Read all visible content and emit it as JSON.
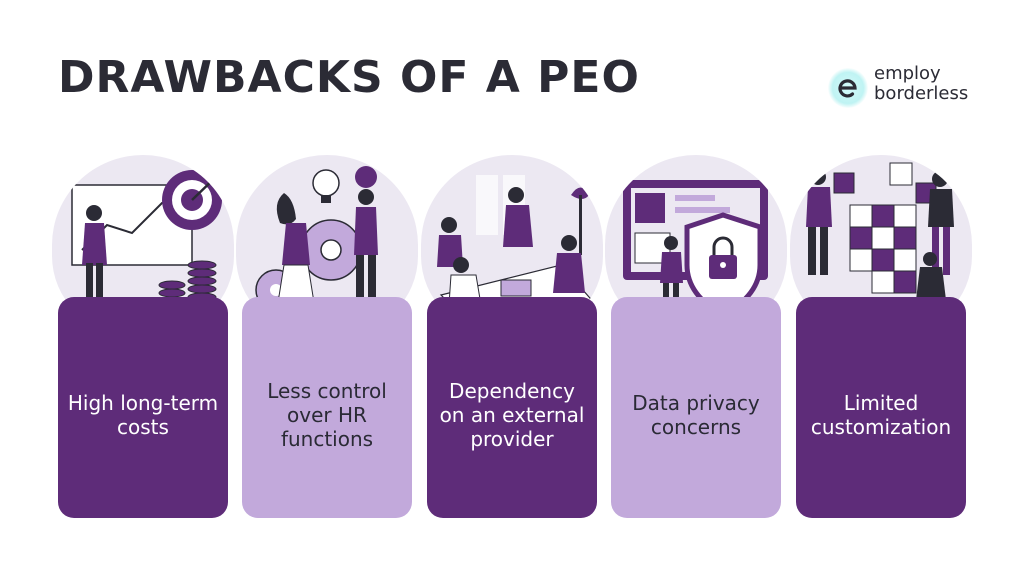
{
  "title": "DRAWBACKS OF A PEO",
  "logo": {
    "line1": "employ",
    "line2": "borderless",
    "icon": "e-letter-icon"
  },
  "colors": {
    "dark": "#5e2c79",
    "light": "#c2a9db",
    "accent": "#2fd0d4",
    "text": "#2b2b35"
  },
  "cards": [
    {
      "label": "High long-term costs",
      "style": "dark",
      "icon": "target-chart-coins-icon"
    },
    {
      "label": "Less control over HR functions",
      "style": "light",
      "icon": "lightbulb-gears-icon"
    },
    {
      "label": "Dependency on an external provider",
      "style": "dark",
      "icon": "team-meeting-icon"
    },
    {
      "label": "Data privacy concerns",
      "style": "light",
      "icon": "shield-lock-icon"
    },
    {
      "label": "Limited customization",
      "style": "dark",
      "icon": "cubes-team-icon"
    }
  ]
}
